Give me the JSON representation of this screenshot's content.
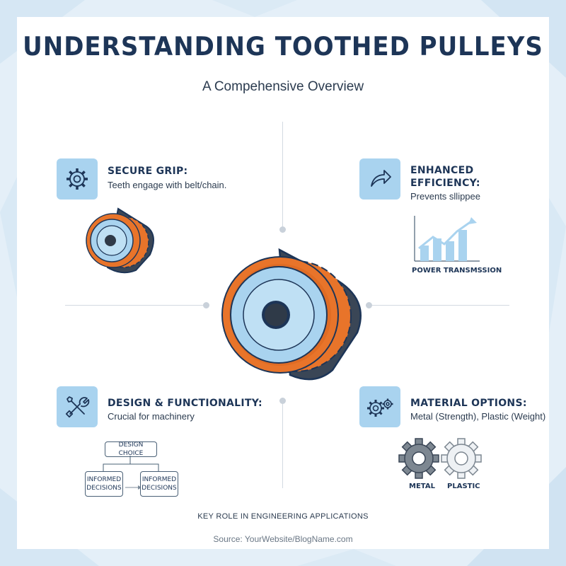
{
  "header": {
    "title": "UNDERSTANDING TOOTHED PULLEYS",
    "subtitle": "A Compehensive Overview"
  },
  "sections": {
    "grip": {
      "title": "SECURE GRIP:",
      "desc": "Teeth engage with belt/chain.",
      "icon": "gear-icon"
    },
    "efficiency": {
      "title_line1": "ENHANCED",
      "title_line2": "EFFICIENCY:",
      "desc": "Prevents sllippee",
      "icon": "arrow-icon",
      "chart_label": "POWER TRANSMSSION"
    },
    "design": {
      "title": "DESIGN & FUNCTIONALITY:",
      "desc": "Crucial for machinery",
      "icon": "tools-icon",
      "flow": {
        "top": "DESIGN CHOICE",
        "left_line1": "INFORMED",
        "left_line2": "DECISIONS",
        "right_line1": "INFORMED",
        "right_line2": "DECISIONS"
      }
    },
    "material": {
      "title": "MATERIAL OPTIONS:",
      "desc": "Metal (Strength), Plastic (Weight)",
      "icon": "gears-icon",
      "metal_label": "METAL",
      "plastic_label": "PLASTIC"
    }
  },
  "footer": {
    "tagline": "KEY ROLE IN ENGINEERING APPLICATIONS",
    "source": "Source: YourWebsite/BlogName.com"
  },
  "colors": {
    "navy": "#1d3557",
    "light_blue": "#a9d3ef",
    "orange": "#e8742a",
    "dark_belt": "#3a4656"
  }
}
